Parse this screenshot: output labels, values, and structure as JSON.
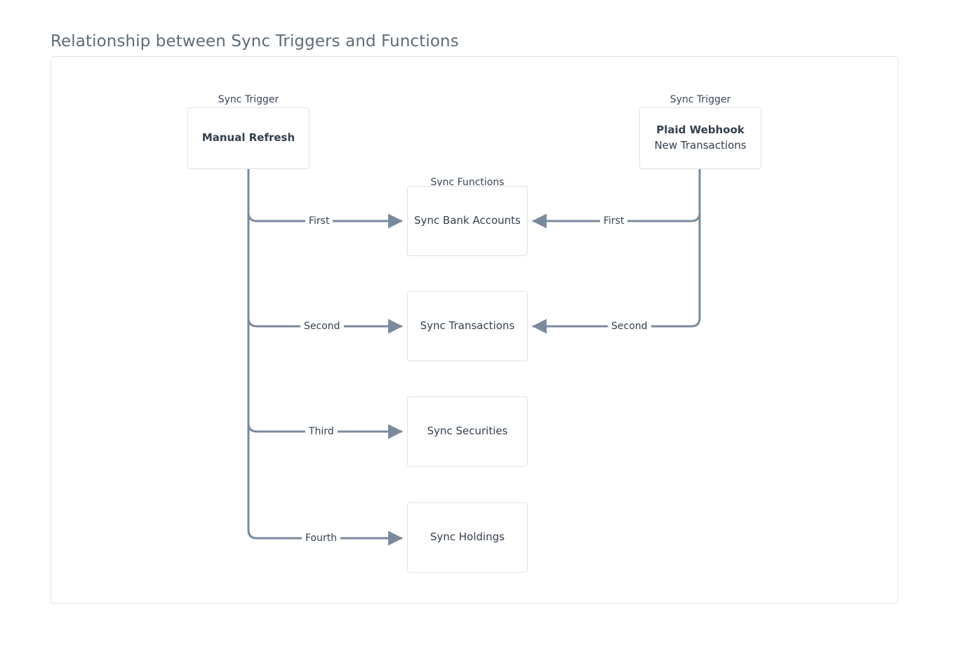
{
  "diagram": {
    "title": "Relationship between Sync Triggers and Functions",
    "type": "flowchart",
    "colors": {
      "frame_border": "#dde3ea",
      "node_border": "#dde3ea",
      "node_background": "#ffffff",
      "edge_line": "#7a8a9e",
      "title_text": "#5f6b7a",
      "node_text": "#333f4d",
      "caption_text": "#394655",
      "page_background": "#ffffff"
    },
    "captions": {
      "trigger_left": "Sync Trigger",
      "trigger_right": "Sync Trigger",
      "functions": "Sync Functions"
    },
    "triggers": [
      {
        "id": "manual-refresh",
        "title": "Manual Refresh",
        "subtitle": "",
        "side": "left"
      },
      {
        "id": "plaid-webhook",
        "title": "Plaid Webhook",
        "subtitle": "New Transactions",
        "side": "right"
      }
    ],
    "functions": [
      {
        "id": "sync-bank-accounts",
        "label": "Sync Bank Accounts"
      },
      {
        "id": "sync-transactions",
        "label": "Sync Transactions"
      },
      {
        "id": "sync-securities",
        "label": "Sync Securities"
      },
      {
        "id": "sync-holdings",
        "label": "Sync Holdings"
      }
    ],
    "edges": [
      {
        "from": "manual-refresh",
        "to": "sync-bank-accounts",
        "label": "First",
        "direction": "right"
      },
      {
        "from": "manual-refresh",
        "to": "sync-transactions",
        "label": "Second",
        "direction": "right"
      },
      {
        "from": "manual-refresh",
        "to": "sync-securities",
        "label": "Third",
        "direction": "right"
      },
      {
        "from": "manual-refresh",
        "to": "sync-holdings",
        "label": "Fourth",
        "direction": "right"
      },
      {
        "from": "plaid-webhook",
        "to": "sync-bank-accounts",
        "label": "First",
        "direction": "left"
      },
      {
        "from": "plaid-webhook",
        "to": "sync-transactions",
        "label": "Second",
        "direction": "left"
      }
    ]
  }
}
